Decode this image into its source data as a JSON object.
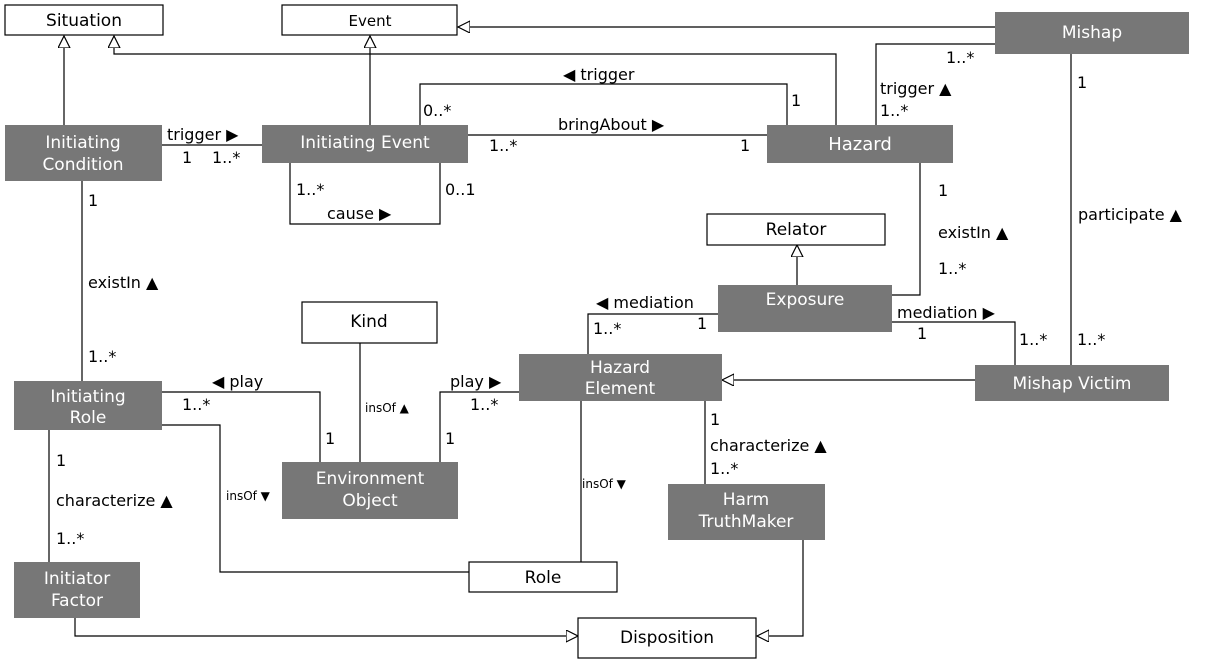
{
  "colors": {
    "dark_class_fill": "#777777",
    "light_class_fill": "#ffffff",
    "line": "#000000"
  },
  "classes": {
    "situation": "Situation",
    "event": "Event",
    "mishap": "Mishap",
    "initiating_condition": [
      "Initiating",
      "Condition"
    ],
    "initiating_event": "Initiating Event",
    "hazard": "Hazard",
    "relator": "Relator",
    "exposure": "Exposure",
    "kind": "Kind",
    "hazard_element": [
      "Hazard",
      "Element"
    ],
    "mishap_victim": "Mishap Victim",
    "initiating_role": [
      "Initiating",
      "Role"
    ],
    "environment_object": [
      "Environment",
      "Object"
    ],
    "harm_truthmaker": [
      "Harm",
      "TruthMaker"
    ],
    "initiator_factor": [
      "Initiator",
      "Factor"
    ],
    "role": "Role",
    "disposition": "Disposition"
  },
  "labels": {
    "trigger_top": "◀ trigger",
    "trigger_ic_ie": "trigger ▶",
    "bring_about": "bringAbout ▶",
    "trigger_mishap": "trigger ▲",
    "cause": "cause ▶",
    "participate": "participate ▲",
    "exist_in_hazard": "existIn ▲",
    "exist_in_ic": "existIn ▲",
    "mediation_left": "◀ mediation",
    "mediation_right": "mediation ▶",
    "play_left": "◀ play",
    "play_right": "play ▶",
    "ins_of_kind": "insOf ▲",
    "ins_of_role": "insOf ▼",
    "ins_of_he": "insOf ▼",
    "characterize_he": "characterize ▲",
    "characterize_ir": "characterize ▲"
  },
  "multiplicities": {
    "mishap_hazard_m": "1..*",
    "mishap_hazard_h": "1..*",
    "mishap_victim_top": "1",
    "trigger_top_ie": "0..*",
    "trigger_top_hz": "1",
    "ic_ie_ic": "1",
    "ic_ie_ie": "1..*",
    "bring_ie": "1..*",
    "bring_hz": "1",
    "cause_a": "1..*",
    "cause_b": "0..1",
    "hz_exposure_top": "1",
    "hz_exposure_bottom": "1..*",
    "ic_role_top": "1",
    "ic_role_bottom": "1..*",
    "med_left_he": "1..*",
    "med_left_ex": "1",
    "med_right_ex": "1",
    "med_right_mv": "1..*",
    "mv_participate": "1..*",
    "play_left_ir": "1..*",
    "play_left_eo": "1",
    "play_right_eo": "1",
    "play_right_he": "1..*",
    "char_he_top": "1",
    "char_he_bottom": "1..*",
    "char_ir_top": "1",
    "char_ir_bottom": "1..*"
  }
}
